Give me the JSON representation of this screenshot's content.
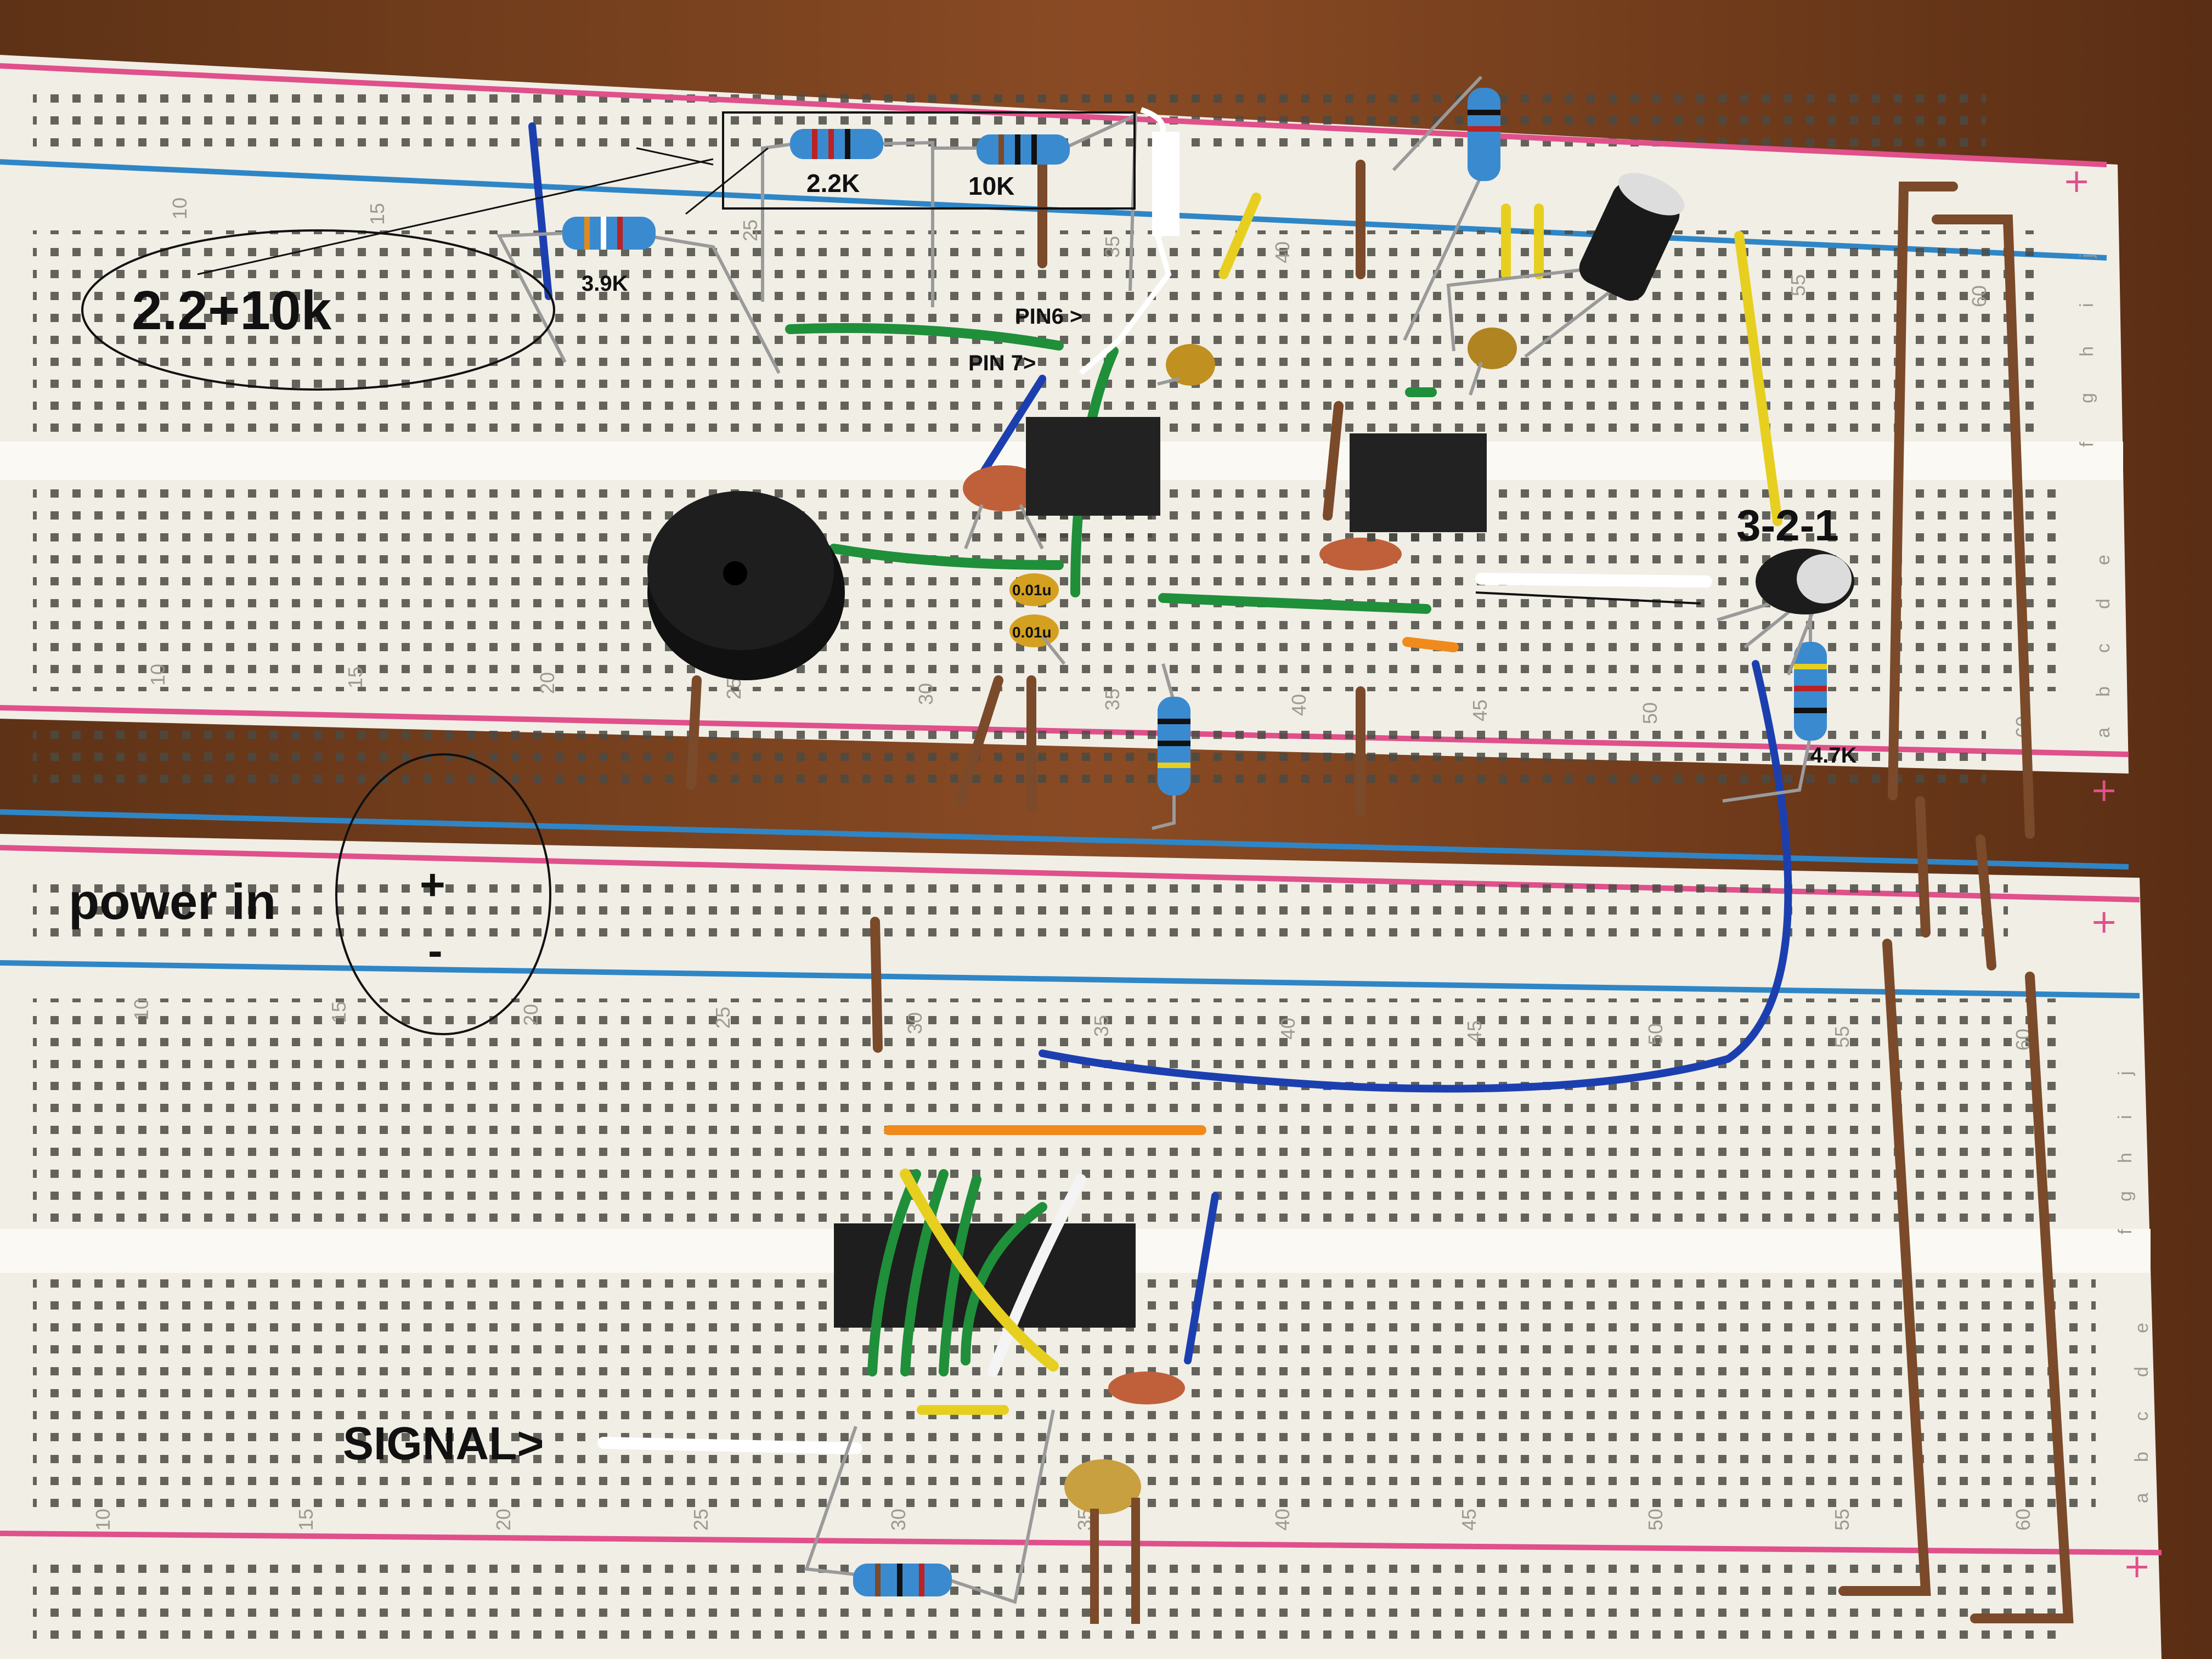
{
  "annotations": {
    "sum_label": "2.2+10k",
    "r1_label": "2.2K",
    "r2_label": "10K",
    "r3_label": "3.9K",
    "pin6_label": "PIN6 >",
    "pin7_label": "PIN 7>",
    "cap1_label": "0.01u",
    "cap2_label": "0.01u",
    "transistor_label": "3-2-1",
    "r4_label": "4.7K",
    "power_label": "power in",
    "plus_label": "+",
    "minus_label": "-",
    "signal_label": "SIGNAL>"
  },
  "board_numbers": {
    "top": [
      "10",
      "15",
      "25",
      "35",
      "40",
      "55",
      "60"
    ],
    "mid": [
      "10",
      "15",
      "20",
      "25",
      "30",
      "35",
      "40",
      "45",
      "50",
      "60"
    ],
    "lower": [
      "10",
      "15",
      "20",
      "25",
      "30",
      "35",
      "40",
      "45",
      "50",
      "55",
      "60"
    ],
    "bottom": [
      "10",
      "15",
      "20",
      "25",
      "30",
      "35",
      "40",
      "45",
      "50",
      "55",
      "60"
    ]
  },
  "rail_letters": {
    "top": [
      "j",
      "i",
      "h",
      "g",
      "f"
    ],
    "mid": [
      "e",
      "d",
      "c",
      "b",
      "a"
    ],
    "lower": [
      "j",
      "i",
      "h",
      "g",
      "f"
    ],
    "bottom": [
      "e",
      "d",
      "c",
      "b",
      "a"
    ]
  },
  "colors": {
    "wood": "#7a4220",
    "board": "#f1eee6",
    "rail_red": "#e0508a",
    "rail_blue": "#2f86c6",
    "wire_green": "#1f8f3a",
    "wire_yellow": "#e6cf1f",
    "wire_blue": "#1c3fb0",
    "wire_orange": "#f08a1c",
    "wire_brown": "#7a4a2a",
    "chip": "#222222"
  }
}
